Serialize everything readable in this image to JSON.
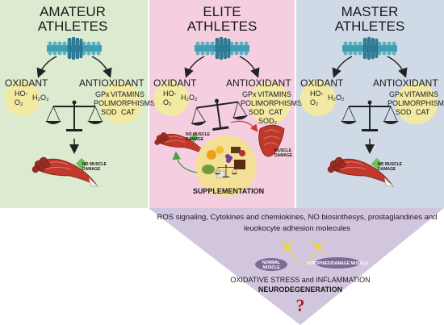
{
  "panels": {
    "amateur": {
      "title_1": "AMATEUR",
      "title_2": "ATHLETES",
      "bg": "#dcebd0",
      "oxidant": "OXIDANT",
      "ho": "HO-",
      "o2": "O₂",
      "h2o2": "H₂O₂",
      "antioxidant": "ANTIOXIDANT",
      "gpx": "GPx",
      "vitamins": "VITAMINS",
      "polimorphisms": "POLIMORPHISMS",
      "sod": "SOD",
      "cat": "CAT",
      "damage_1": "NO MUSCLE",
      "damage_2": "DAMAGE"
    },
    "elite": {
      "title_1": "ELITE",
      "title_2": "ATHLETES",
      "bg": "#f5cfe0",
      "oxidant": "OXIDANT",
      "ho": "HO-",
      "o2": "O₂",
      "h2o2": "H₂O₂",
      "antioxidant": "ANTIOXIDANT",
      "gpx": "GPx",
      "vitamins": "VITAMINS",
      "polimorphisms": "POLIMORPHISMS",
      "sod": "SOD",
      "cat": "CAT",
      "sod2": "SOD₂",
      "no_damage_1": "NO MUSCLE",
      "no_damage_2": "DAMAGE",
      "damage_1": "MUSCLE",
      "damage_2": "DAMAGE",
      "supplementation": "SUPPLEMENTATION"
    },
    "master": {
      "title_1": "MASTER",
      "title_2": "ATHLETES",
      "bg": "#cfdae6",
      "oxidant": "OXIDANT",
      "ho": "HO-",
      "o2": "O₂",
      "h2o2": "H₂O₂",
      "antioxidant": "ANTIOXIDANT",
      "gpx": "GPx",
      "vitamins": "VITAMINS",
      "polimorphisms": "POLIMORPHISMS",
      "sod": "SOD",
      "cat": "CAT",
      "damage_1": "NO MUSCLE",
      "damage_2": "DAMAGE"
    }
  },
  "triangle": {
    "bg": "#d2c6df",
    "line_1": "ROS signaling, Cytokines and chemiokines, NO biosinthesys, prostaglandines and",
    "line_2": "leuokocyte adhesion molecules",
    "normal_1": "NORMAL",
    "normal_2": "MUSCLE",
    "atrophied": "ATROPHIED/DAMAGE MUSCLE",
    "stress": "OXIDATIVE STRESS and INFLAMMATION",
    "neuro": "NEURODEGENERATION",
    "question": "?"
  },
  "colors": {
    "oxidant_circle": "#f2eaa3",
    "antioxidant_circle": "#f2eaa3",
    "supplement_circle": "#f4df96",
    "membrane": "#3f9eb2",
    "muscle": "#b8382a",
    "arrow_red": "#d33a2c",
    "arrow_green": "#4aa04a",
    "question": "#b02020"
  },
  "icons": [
    "cell-membrane-icon",
    "balance-scale-icon",
    "muscle-icon",
    "neuron-icon",
    "food-icon"
  ]
}
